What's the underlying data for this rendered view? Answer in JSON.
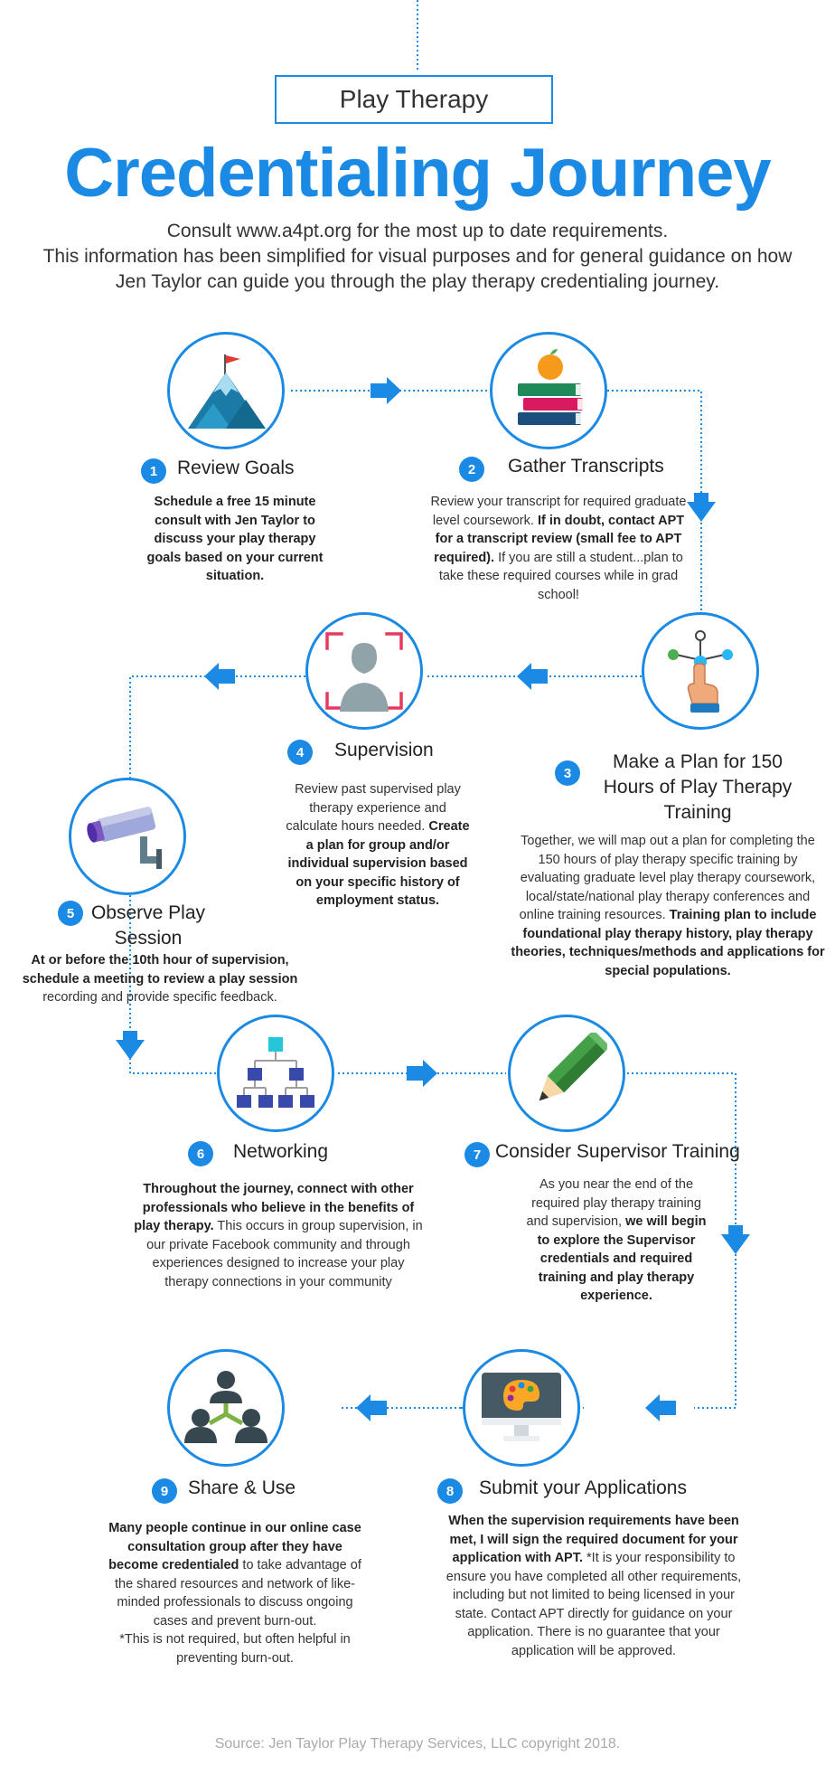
{
  "header": {
    "subtitle": "Play Therapy",
    "title": "Credentialing Journey",
    "intro_line1": "Consult www.a4pt.org for the most up to date requirements.",
    "intro_line2": "This information has been simplified for visual purposes and for general guidance on how",
    "intro_line3": "Jen Taylor can guide you through the play therapy credentialing journey."
  },
  "steps": [
    {
      "number": "1",
      "title": "Review Goals",
      "icon": "mountain-icon",
      "body": [
        {
          "text": "Schedule a free 15 minute consult with Jen Taylor to discuss your play therapy goals based on your current situation.",
          "bold": true
        }
      ]
    },
    {
      "number": "2",
      "title": "Gather Transcripts",
      "icon": "books-icon",
      "body": [
        {
          "text": "Review your transcript for required graduate level coursework.  ",
          "bold": false
        },
        {
          "text": "If in doubt, contact APT for a transcript review (small fee to APT required).",
          "bold": true
        },
        {
          "text": " If you are still a student...plan to take these required courses while in grad school!",
          "bold": false
        }
      ]
    },
    {
      "number": "3",
      "title": "Make a Plan for 150 Hours of Play Therapy Training",
      "icon": "network-touch-icon",
      "body": [
        {
          "text": "Together, we will map out a plan for completing the 150 hours of play therapy specific training by evaluating graduate level play therapy coursework, local/state/national play therapy conferences and online training resources. ",
          "bold": false
        },
        {
          "text": "Training plan to include foundational play therapy history, play therapy theories, techniques/methods and applications for special populations.",
          "bold": true
        }
      ]
    },
    {
      "number": "4",
      "title": "Supervision",
      "icon": "person-focus-icon",
      "body": [
        {
          "text": "Review past supervised play therapy experience and calculate hours needed. ",
          "bold": false
        },
        {
          "text": "Create a plan for group and/or individual supervision based on your specific history of employment status.",
          "bold": true
        }
      ]
    },
    {
      "number": "5",
      "title": "Observe Play Session",
      "icon": "camera-icon",
      "body": [
        {
          "text": "At or before the 10th hour of supervision, schedule a meeting to review a play session",
          "bold": true
        },
        {
          "text": " recording and provide specific feedback.",
          "bold": false
        }
      ]
    },
    {
      "number": "6",
      "title": "Networking",
      "icon": "org-chart-icon",
      "body": [
        {
          "text": "Throughout the journey, connect with other professionals who believe in the benefits of play therapy.",
          "bold": true
        },
        {
          "text": "  This occurs in group supervision, in our private Facebook community and through experiences designed to increase your play therapy connections in your community",
          "bold": false
        }
      ]
    },
    {
      "number": "7",
      "title": "Consider Supervisor Training",
      "icon": "pencil-icon",
      "body": [
        {
          "text": "As you near the end of the required play therapy training and supervision, ",
          "bold": false
        },
        {
          "text": "we will begin to explore the Supervisor credentials and required training and play therapy experience.",
          "bold": true
        }
      ]
    },
    {
      "number": "8",
      "title": "Submit your Applications",
      "icon": "monitor-palette-icon",
      "body": [
        {
          "text": "When the supervision requirements have been met,  I will sign the required document for your application with APT.",
          "bold": true
        },
        {
          "text": "  *It is your responsibility to ensure you have completed all other requirements, including but not limited to being licensed in your state.  Contact APT directly for guidance on your application.  There is no guarantee that your application will be approved.",
          "bold": false
        }
      ]
    },
    {
      "number": "9",
      "title": "Share & Use",
      "icon": "group-icon",
      "body": [
        {
          "text": "Many people continue in our online case consultation group after they have become credentialed",
          "bold": true
        },
        {
          "text": " to take advantage of the shared resources and network of like-minded professionals  to discuss ongoing cases and prevent burn-out.",
          "bold": false
        },
        {
          "text": "\n*This is not required, but often helpful in preventing burn-out.",
          "bold": false
        }
      ]
    }
  ],
  "footer": {
    "source": "Source: Jen Taylor Play Therapy Services, LLC copyright 2018."
  },
  "colors": {
    "accent": "#1a8ae5",
    "text": "#333333",
    "muted": "#aaaaaa"
  }
}
